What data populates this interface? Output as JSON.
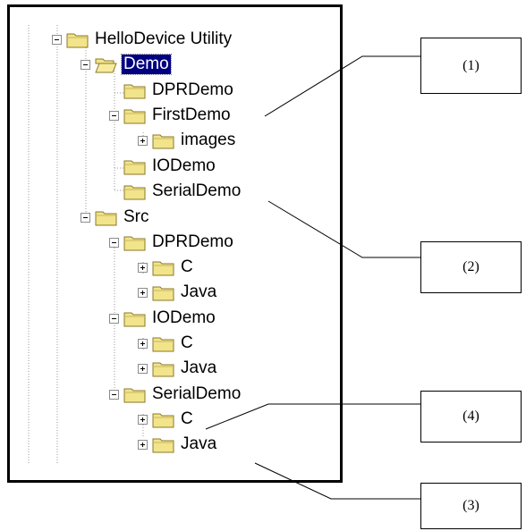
{
  "tree": {
    "root": "HelloDevice Utility",
    "demo": "Demo",
    "demo_dprdemo": "DPRDemo",
    "demo_firstdemo": "FirstDemo",
    "demo_firstdemo_images": "images",
    "demo_iodemo": "IODemo",
    "demo_serialdemo": "SerialDemo",
    "src": "Src",
    "src_dprdemo": "DPRDemo",
    "src_dprdemo_c": "C",
    "src_dprdemo_java": "Java",
    "src_iodemo": "IODemo",
    "src_iodemo_c": "C",
    "src_iodemo_java": "Java",
    "src_serialdemo": "SerialDemo",
    "src_serialdemo_c": "C",
    "src_serialdemo_java": "Java"
  },
  "callouts": {
    "c1": "(1)",
    "c2": "(2)",
    "c4": "(4)",
    "c3": "(3)"
  },
  "colors": {
    "selection": "#000080",
    "folder_fill": "#f2e48a",
    "folder_edge": "#8a7a2a"
  }
}
